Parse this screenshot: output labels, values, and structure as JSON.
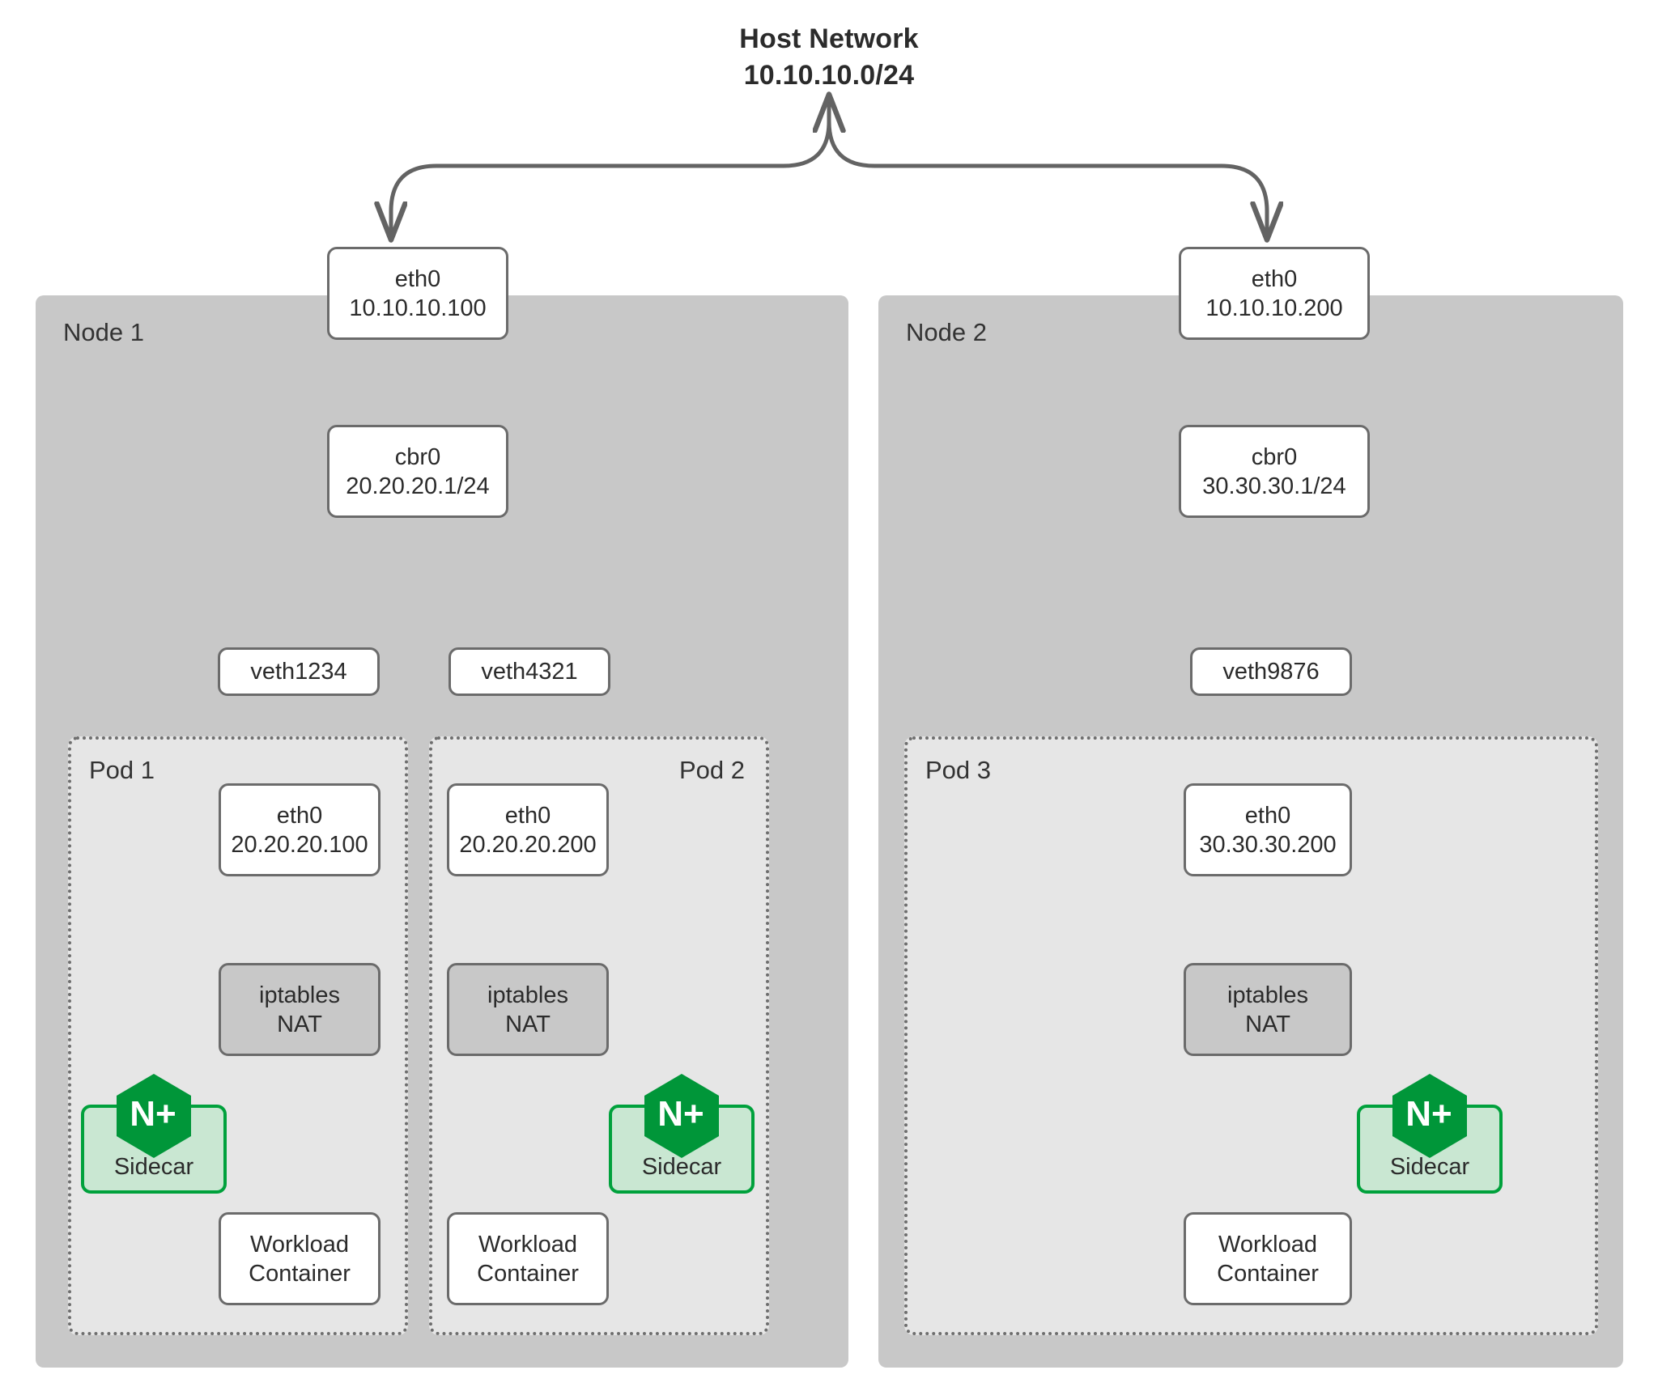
{
  "diagram": {
    "title_line1": "Host Network",
    "title_line2": "10.10.10.0/24",
    "colors": {
      "node_bg": "#c8c8c8",
      "pod_bg": "#e6e6e6",
      "box_border": "#6b6b6b",
      "nat_fill": "#c8c8c8",
      "sidecar_fill": "#c9e7d2",
      "sidecar_border": "#00a13c",
      "nginx_green": "#009639",
      "arrow": "#636363",
      "text": "#2b2b2b"
    },
    "nodes": [
      {
        "label": "Node 1",
        "eth0": {
          "name": "eth0",
          "addr": "10.10.10.100"
        },
        "bridge": {
          "name": "cbr0",
          "addr": "20.20.20.1/24"
        },
        "veths": [
          "veth1234",
          "veth4321"
        ],
        "pods": [
          {
            "label": "Pod 1",
            "label_align": "left",
            "eth0": {
              "name": "eth0",
              "addr": "20.20.20.100"
            },
            "nat": {
              "line1": "iptables",
              "line2": "NAT"
            },
            "sidecar": {
              "label": "Sidecar",
              "logo": "N+"
            },
            "workload": {
              "line1": "Workload",
              "line2": "Container"
            },
            "sidecar_side": "left"
          },
          {
            "label": "Pod 2",
            "label_align": "right",
            "eth0": {
              "name": "eth0",
              "addr": "20.20.20.200"
            },
            "nat": {
              "line1": "iptables",
              "line2": "NAT"
            },
            "sidecar": {
              "label": "Sidecar",
              "logo": "N+"
            },
            "workload": {
              "line1": "Workload",
              "line2": "Container"
            },
            "sidecar_side": "right"
          }
        ]
      },
      {
        "label": "Node 2",
        "eth0": {
          "name": "eth0",
          "addr": "10.10.10.200"
        },
        "bridge": {
          "name": "cbr0",
          "addr": "30.30.30.1/24"
        },
        "veths": [
          "veth9876"
        ],
        "pods": [
          {
            "label": "Pod 3",
            "label_align": "left",
            "eth0": {
              "name": "eth0",
              "addr": "30.30.30.200"
            },
            "nat": {
              "line1": "iptables",
              "line2": "NAT"
            },
            "sidecar": {
              "label": "Sidecar",
              "logo": "N+"
            },
            "workload": {
              "line1": "Workload",
              "line2": "Container"
            },
            "sidecar_side": "right"
          }
        ]
      }
    ]
  }
}
